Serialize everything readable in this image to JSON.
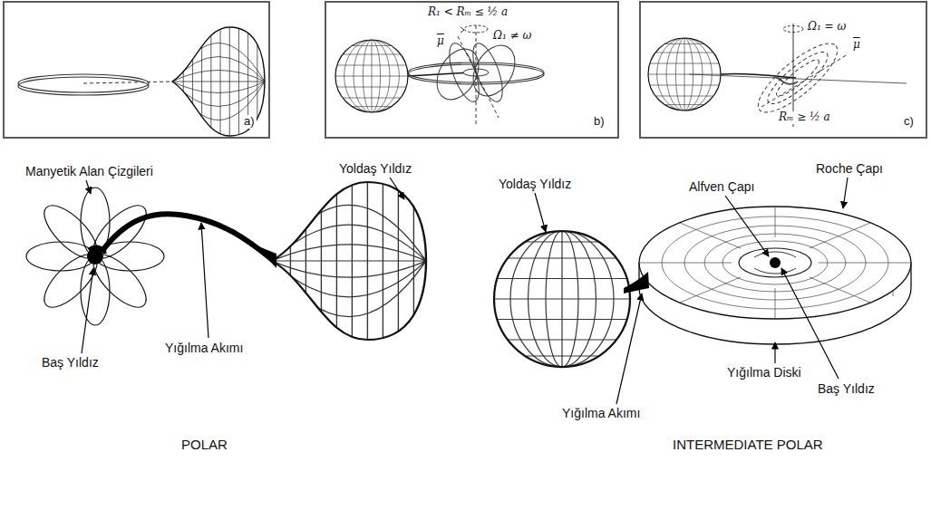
{
  "diagram": {
    "nodes": [
      {
        "text": [
          "a)"
        ]
      },
      {
        "text": [
          "R₁ < Rₘ ≤ ½ a",
          "μ",
          "Ω₁ ≠ ω",
          "b)"
        ]
      },
      {
        "text": [
          "Ω₁ = ω",
          "μ",
          "Rₘ ≥ ½ a",
          "c)"
        ]
      }
    ],
    "labels": [
      "Manyetik Alan Çizgileri",
      "Yoldaş Yıldız",
      "Baş Yıldız",
      "Yığılma Akımı",
      "POLAR",
      "Alfven Çapı",
      "Roche Çapı",
      "Yoldaş Yıldız",
      "Yığılma Akımı",
      "Yığılma Diski",
      "Baş Yıldız",
      "INTERMEDIATE POLAR"
    ]
  }
}
